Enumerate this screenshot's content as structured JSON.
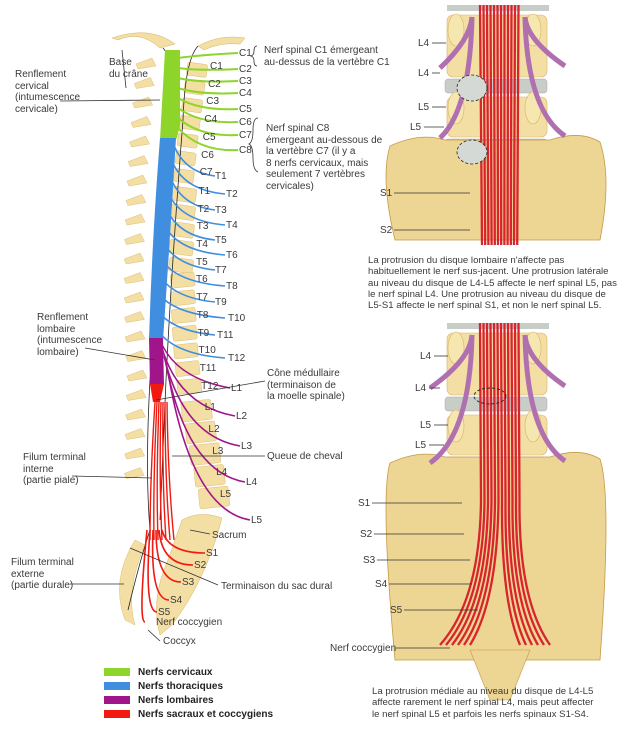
{
  "colors": {
    "cervical": "#8dd52a",
    "thoracic": "#3f8ee0",
    "lumbar": "#a0168a",
    "sacral": "#f01a10",
    "bone": "#f3dea3",
    "bone_dark": "#d9b366",
    "disc": "#c9cdc7",
    "nerve_root_purple": "#b070b0",
    "cauda_red": "#d8242c"
  },
  "left_diagram": {
    "annotations": {
      "base_crane": "Base\ndu crâne",
      "renflement_cervical": "Renflement\ncervical\n(intumescence\ncervicale)",
      "renflement_lombaire": "Renflement\nlombaire\n(intumescence\nlombaire)",
      "filum_interne": "Filum terminal\ninterne\n(partie piale)",
      "filum_externe": "Filum terminal\nexterne\n(partie durale)",
      "cone_medullaire": "Cône médullaire\n(terminaison de\nla moelle spinale)",
      "queue_cheval": "Queue de cheval",
      "sacrum": "Sacrum",
      "terminaison_sac": "Terminaison du sac dural",
      "nerf_coccygien": "Nerf coccygien",
      "coccyx": "Coccyx",
      "note_c1": "Nerf spinal C1 émergeant\nau-dessus de la vertèbre C1",
      "note_c8": "Nerf spinal C8\némergeant au-dessous de\nla vertèbre C7 (il y a\n8 nerfs cervicaux, mais\nseulement 7 vertèbres\ncervicales)"
    },
    "vertebra_labels": [
      "C1",
      "C2",
      "C3",
      "C4",
      "C5",
      "C6",
      "C7",
      "T1",
      "T2",
      "T3",
      "T4",
      "T5",
      "T6",
      "T7",
      "T8",
      "T9",
      "T10",
      "T11",
      "T12",
      "L1",
      "L2",
      "L3",
      "L4",
      "L5"
    ],
    "nerve_labels": {
      "cervical": [
        "C1",
        "C2",
        "C3",
        "C4",
        "C5",
        "C6",
        "C7",
        "C8"
      ],
      "thoracic": [
        "T1",
        "T2",
        "T3",
        "T4",
        "T5",
        "T6",
        "T7",
        "T8",
        "T9",
        "T10",
        "T11",
        "T12"
      ],
      "lumbar": [
        "L1",
        "L2",
        "L3",
        "L4",
        "L5"
      ],
      "sacral": [
        "S1",
        "S2",
        "S3",
        "S4",
        "S5"
      ]
    }
  },
  "legend": [
    {
      "label": "Nerfs cervicaux",
      "color_key": "cervical"
    },
    {
      "label": "Nerfs thoraciques",
      "color_key": "thoracic"
    },
    {
      "label": "Nerfs lombaires",
      "color_key": "lumbar"
    },
    {
      "label": "Nerfs sacraux et coccygiens",
      "color_key": "sacral"
    }
  ],
  "top_right": {
    "labels": [
      "L4",
      "L4",
      "L5",
      "L5",
      "S1",
      "S2"
    ],
    "caption": "La protrusion du disque lombaire n'affecte pas\nhabituellement le nerf sus-jacent. Une protrusion latérale\nau niveau du disque de L4-L5 affecte le nerf spinal L5, pas\nle nerf spinal L4. Une protrusion au niveau du disque de\nL5-S1 affecte le nerf spinal S1, et non le nerf spinal L5."
  },
  "bottom_right": {
    "labels": [
      "L4",
      "L4",
      "L5",
      "L5",
      "S1",
      "S2",
      "S3",
      "S4",
      "S5",
      "Nerf coccygien"
    ],
    "caption": "La protrusion médiale au niveau du disque de L4-L5\naffecte rarement le nerf spinal L4, mais peut affecter\nle nerf spinal L5 et parfois les nerfs spinaux S1-S4."
  }
}
